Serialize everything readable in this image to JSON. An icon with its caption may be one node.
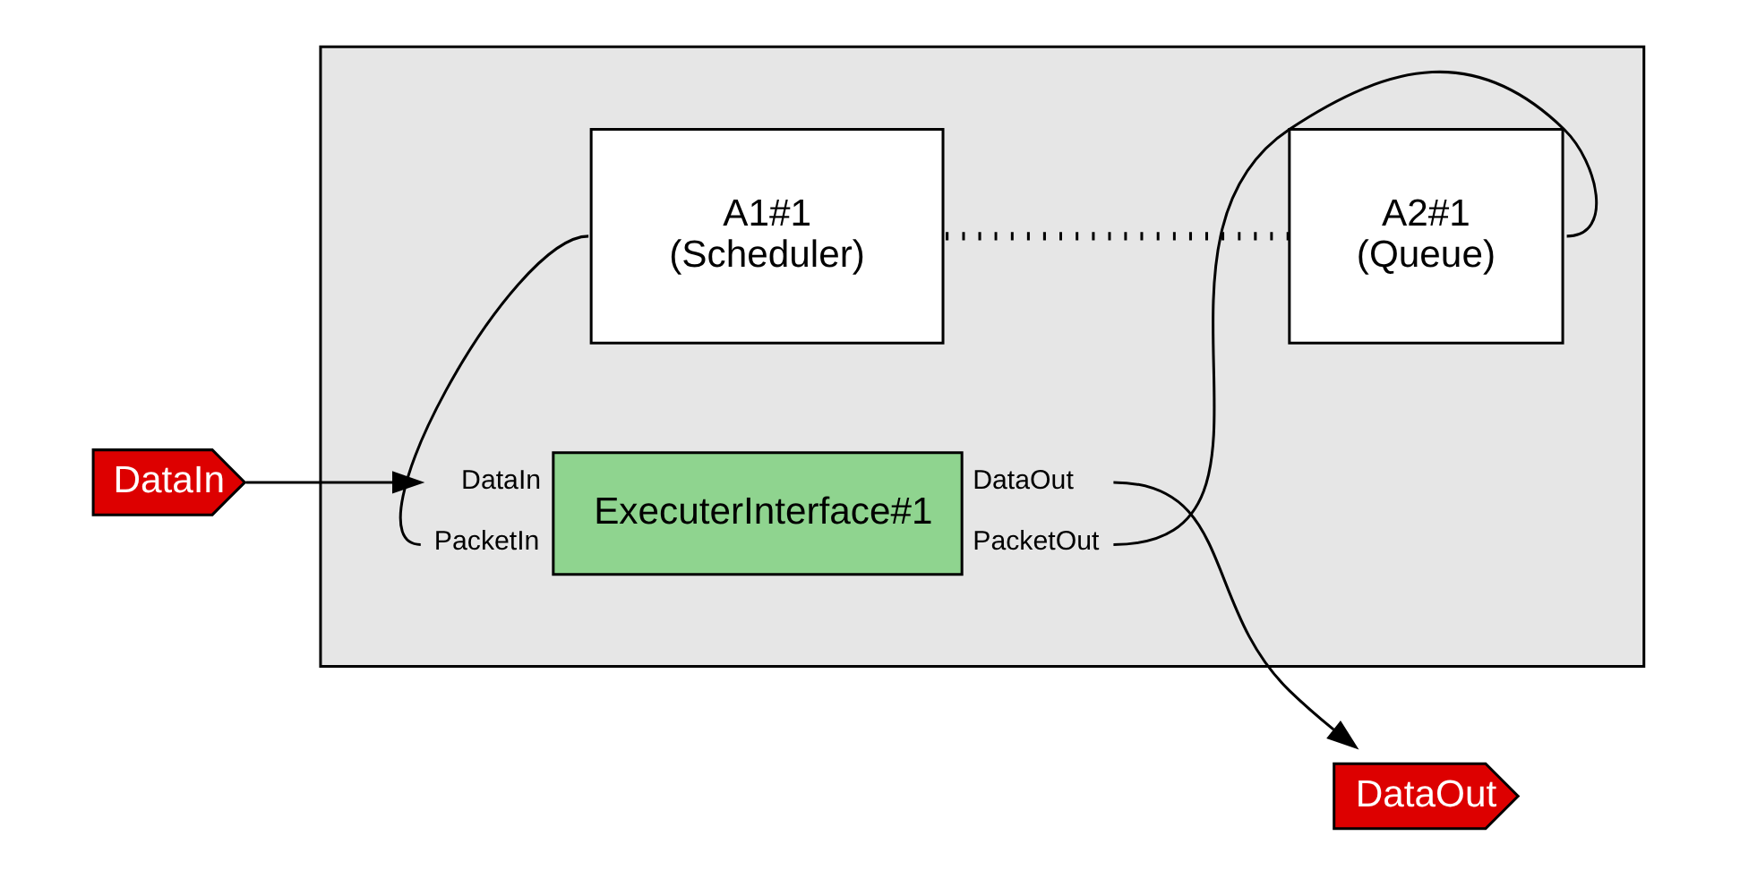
{
  "diagram": {
    "nodes": [
      {
        "text": [
          "DataIn"
        ]
      },
      {
        "text": [],
        "shape": "box"
      },
      {
        "text": [
          "ExecuterInterface#1"
        ],
        "in": 1,
        "beside": [
          "DataIn",
          "PacketIn",
          "DataOut",
          "PacketOut"
        ]
      },
      {
        "text": [
          "DataOut"
        ]
      },
      {
        "text": [
          "A1#1",
          "(Scheduler)"
        ],
        "in": 1
      },
      {
        "text": [
          "A2#1",
          "(Queue)"
        ],
        "in": 1
      }
    ],
    "edges": [
      {
        "from": 0,
        "to": 2,
        "arrow": "to"
      },
      {
        "from": 2,
        "to": 3,
        "arrow": "to"
      },
      {
        "from": 2,
        "to": 4,
        "arrow": "none"
      },
      {
        "from": 4,
        "to": 5,
        "arrow": "none",
        "style": "dashed"
      },
      {
        "from": 5,
        "to": 2,
        "arrow": "none"
      }
    ]
  }
}
